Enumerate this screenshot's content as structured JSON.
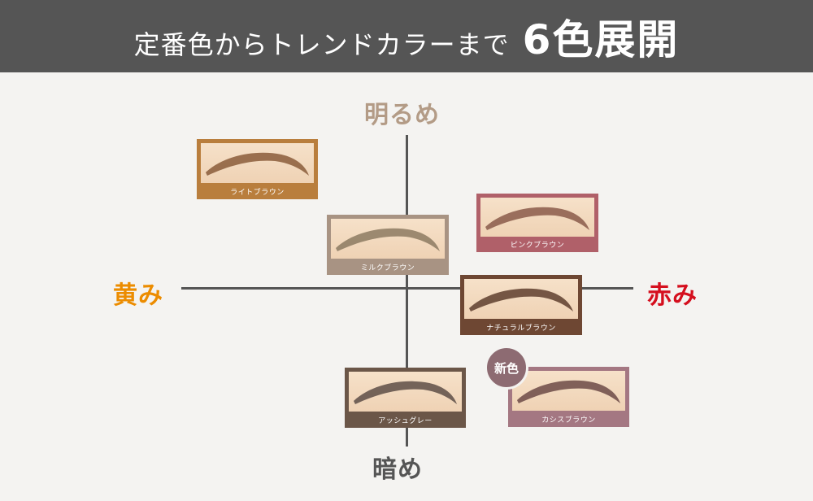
{
  "header": {
    "lead": "定番色からトレンドカラーまで",
    "strong": "6色展開"
  },
  "axes": {
    "top": "明るめ",
    "bottom": "暗め",
    "left": "黄み",
    "right": "赤み"
  },
  "colors": {
    "header_bg": "#555555",
    "top_label": "#b39b86",
    "left_label": "#ec8c00",
    "right_label": "#d50f1e"
  },
  "swatches": [
    {
      "name": "ライトブラウン",
      "color": "#b97e3d",
      "brow": "#8a5c3a"
    },
    {
      "name": "ミルクブラウン",
      "color": "#a89383",
      "brow": "#8c7a62"
    },
    {
      "name": "ピンクブラウン",
      "color": "#b06069",
      "brow": "#8a5a4a"
    },
    {
      "name": "ナチュラルブラウン",
      "color": "#6e4733",
      "brow": "#5e3e2e"
    },
    {
      "name": "アッシュグレー",
      "color": "#6b5648",
      "brow": "#5d4e46"
    },
    {
      "name": "カシスブラウン",
      "color": "#a47782",
      "brow": "#6c4a47"
    }
  ],
  "new_badge": "新色"
}
